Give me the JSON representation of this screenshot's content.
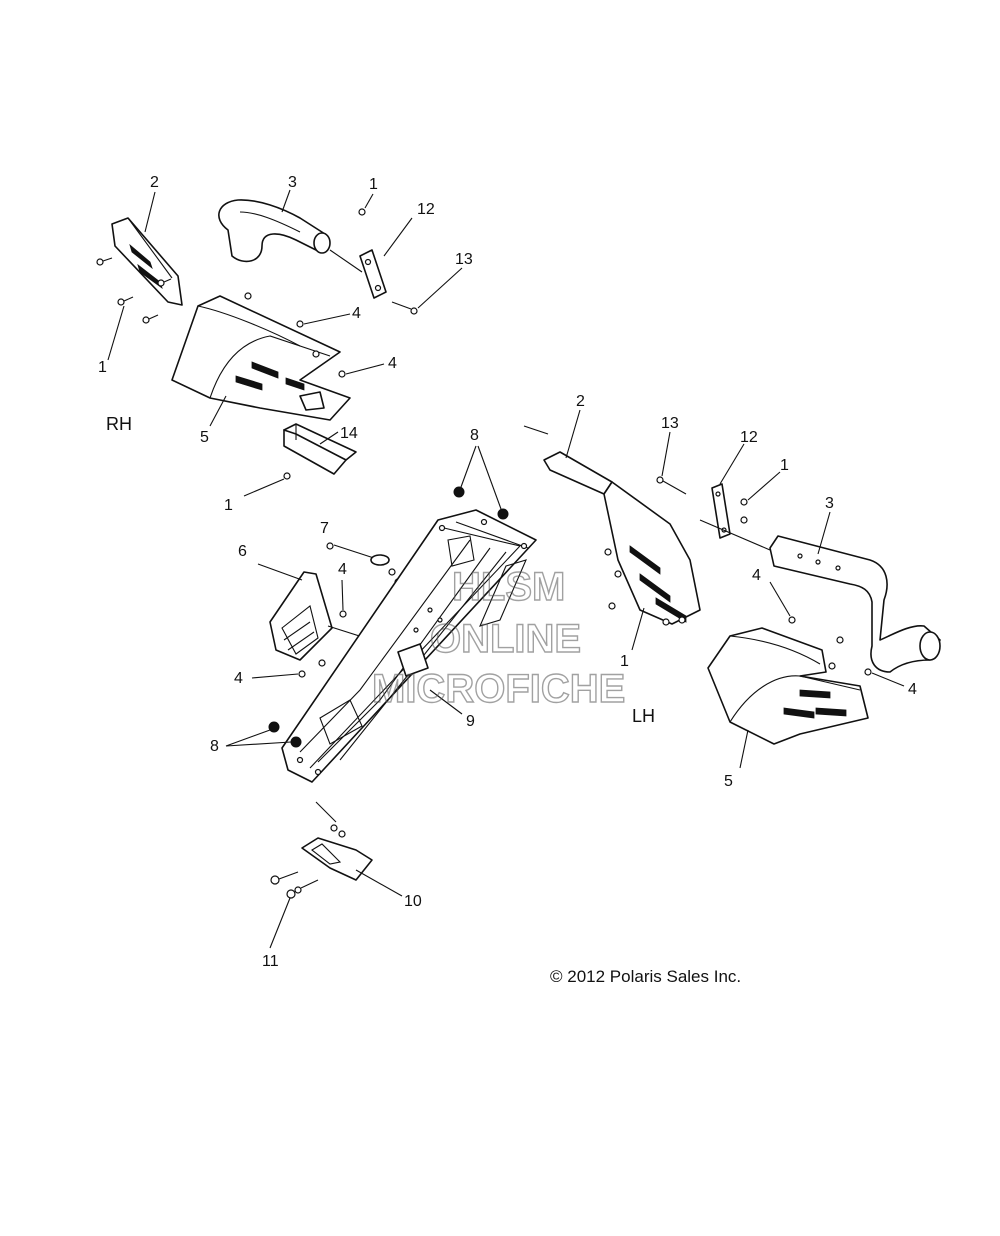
{
  "labels": {
    "rh": "RH",
    "lh": "LH",
    "copyright": "© 2012 Polaris Sales Inc."
  },
  "watermark": [
    "HLSM",
    "ONLINE",
    "MICROFICHE"
  ],
  "callouts": {
    "c_rh_2": "2",
    "c_rh_3": "3",
    "c_rh_1_top": "1",
    "c_rh_12": "12",
    "c_rh_13": "13",
    "c_rh_1_left": "1",
    "c_rh_4_a": "4",
    "c_rh_4_b": "4",
    "c_rh_5": "5",
    "c_14": "14",
    "c_1_mid": "1",
    "c_7": "7",
    "c_6": "6",
    "c_4_mid_a": "4",
    "c_4_mid_b": "4",
    "c_8_top": "8",
    "c_8_bottom": "8",
    "c_9": "9",
    "c_10": "10",
    "c_11": "11",
    "c_lh_2": "2",
    "c_lh_13": "13",
    "c_lh_12": "12",
    "c_lh_1_top": "1",
    "c_lh_3": "3",
    "c_lh_4_a": "4",
    "c_lh_4_b": "4",
    "c_lh_1_low": "1",
    "c_lh_5": "5"
  },
  "colors": {
    "line": "#111111",
    "background": "#ffffff",
    "watermark": "#555555"
  }
}
